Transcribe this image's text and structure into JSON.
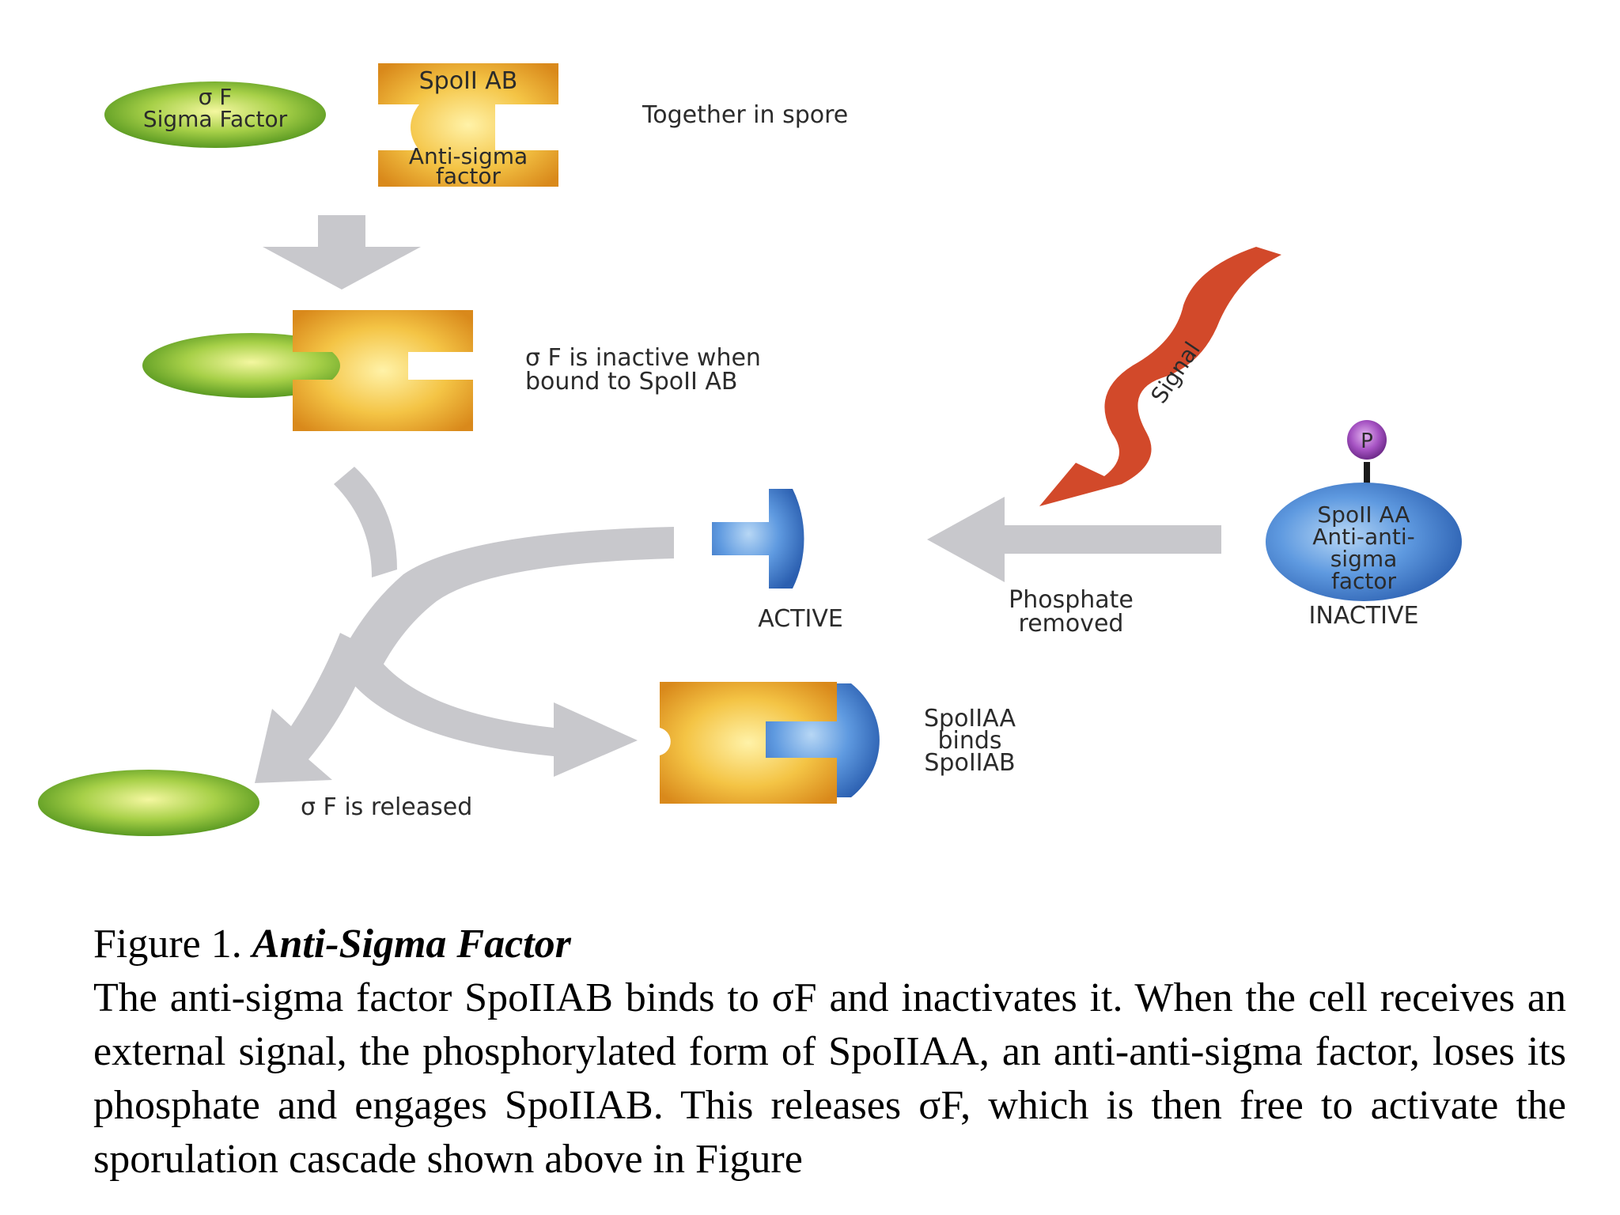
{
  "diagram": {
    "sigma_label_line1": "σ F",
    "sigma_label_line2": "Sigma Factor",
    "spoIIAB_label_top": "SpoII AB",
    "spoIIAB_label_bottom_line1": "Anti-sigma",
    "spoIIAB_label_bottom_line2": "factor",
    "together_note": "Together in spore",
    "inactive_note_line1": "σ F is inactive when",
    "inactive_note_line2": "bound to SpoII AB",
    "signal_label": "Signal",
    "phosphate_label": "P",
    "spoIIAA_line1": "SpoII AA",
    "spoIIAA_line2": "Anti-anti-",
    "spoIIAA_line3": "sigma",
    "spoIIAA_line4": "factor",
    "inactive_state": "INACTIVE",
    "active_state": "ACTIVE",
    "phosphate_removed_line1": "Phosphate",
    "phosphate_removed_line2": "removed",
    "binds_line1": "SpoIIAA",
    "binds_line2": "binds",
    "binds_line3": "SpoIIAB",
    "released_note": "σ F is released"
  },
  "colors": {
    "sigma_green": "#8cc63f",
    "spoIIAB_gold": "#e8a321",
    "spoIIAA_blue": "#3a78c8",
    "signal_red": "#d2492a",
    "phosphate_purple": "#8e3aa8",
    "arrow_gray": "#c8c8cc"
  },
  "caption": {
    "figure_number": "Figure 1.",
    "figure_title": "Anti-Sigma Factor",
    "text": "The anti-sigma factor SpoIIAB binds to σF and inactivates it. When the cell receives an external signal, the phosphorylated form of SpoIIAA, an anti-anti-sigma factor, loses its phosphate and engages SpoIIAB. This releases σF, which is then free to activate the sporulation cascade shown above in Figure"
  }
}
